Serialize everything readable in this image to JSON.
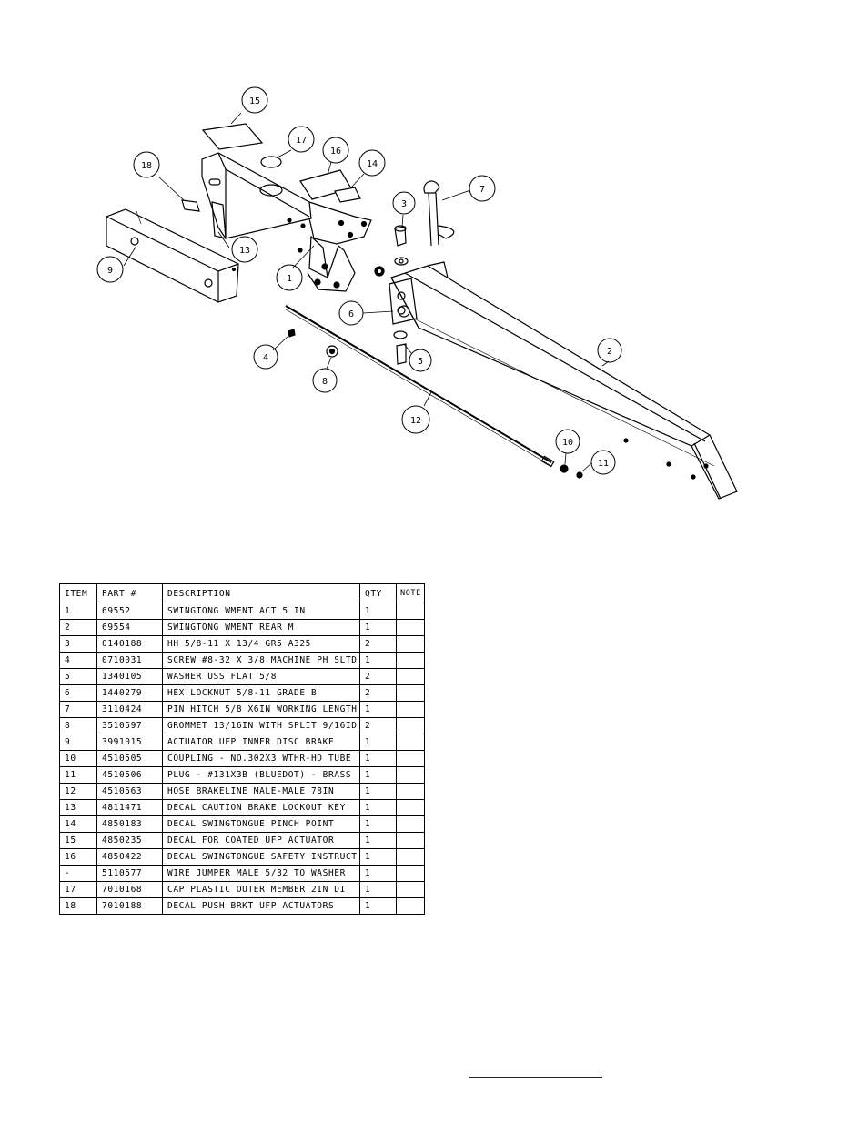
{
  "diagram": {
    "callouts": [
      "1",
      "2",
      "3",
      "4",
      "5",
      "6",
      "7",
      "8",
      "9",
      "10",
      "11",
      "12",
      "13",
      "14",
      "15",
      "16",
      "17",
      "18"
    ]
  },
  "bom": {
    "headers": {
      "item": "ITEM",
      "part": "PART #",
      "description": "DESCRIPTION",
      "qty": "QTY",
      "note": "NOTE"
    },
    "rows": [
      {
        "item": "1",
        "part": "69552",
        "description": "SWINGTONG WMENT ACT 5 IN",
        "qty": "1",
        "note": ""
      },
      {
        "item": "2",
        "part": "69554",
        "description": "SWINGTONG WMENT REAR M",
        "qty": "1",
        "note": ""
      },
      {
        "item": "3",
        "part": "0140188",
        "description": "HH 5/8-11 X 13/4  GR5 A325",
        "qty": "2",
        "note": ""
      },
      {
        "item": "4",
        "part": "0710031",
        "description": "SCREW #8-32 X 3/8 MACHINE PH SLTD",
        "qty": "1",
        "note": ""
      },
      {
        "item": "5",
        "part": "1340105",
        "description": "WASHER USS FLAT 5/8",
        "qty": "2",
        "note": ""
      },
      {
        "item": "6",
        "part": "1440279",
        "description": "HEX LOCKNUT 5/8-11 GRADE B",
        "qty": "2",
        "note": ""
      },
      {
        "item": "7",
        "part": "3110424",
        "description": "PIN HITCH 5/8 X6IN WORKING LENGTH",
        "qty": "1",
        "note": ""
      },
      {
        "item": "8",
        "part": "3510597",
        "description": "GROMMET 13/16IN  WITH SPLIT 9/16ID",
        "qty": "2",
        "note": ""
      },
      {
        "item": "9",
        "part": "3991015",
        "description": "ACTUATOR UFP INNER  DISC BRAKE",
        "qty": "1",
        "note": ""
      },
      {
        "item": "10",
        "part": "4510505",
        "description": "COUPLING - NO.302X3 WTHR-HD TUBE",
        "qty": "1",
        "note": ""
      },
      {
        "item": "11",
        "part": "4510506",
        "description": "PLUG - #131X3B (BLUEDOT) - BRASS",
        "qty": "1",
        "note": ""
      },
      {
        "item": "12",
        "part": "4510563",
        "description": "HOSE BRAKELINE MALE-MALE 78IN",
        "qty": "1",
        "note": ""
      },
      {
        "item": "13",
        "part": "4811471",
        "description": "DECAL CAUTION BRAKE LOCKOUT KEY",
        "qty": "1",
        "note": ""
      },
      {
        "item": "14",
        "part": "4850183",
        "description": "DECAL SWINGTONGUE PINCH POINT",
        "qty": "1",
        "note": ""
      },
      {
        "item": "15",
        "part": "4850235",
        "description": "DECAL FOR COATED UFP ACTUATOR",
        "qty": "1",
        "note": ""
      },
      {
        "item": "16",
        "part": "4850422",
        "description": "DECAL SWINGTONGUE SAFETY INSTRUCT",
        "qty": "1",
        "note": ""
      },
      {
        "item": "-",
        "part": "5110577",
        "description": "WIRE JUMPER MALE 5/32 TO WASHER",
        "qty": "1",
        "note": ""
      },
      {
        "item": "17",
        "part": "7010168",
        "description": "CAP  PLASTIC OUTER MEMBER 2IN DI",
        "qty": "1",
        "note": ""
      },
      {
        "item": "18",
        "part": "7010188",
        "description": "DECAL PUSH BRKT UFP ACTUATORS",
        "qty": "1",
        "note": ""
      }
    ]
  },
  "colors": {
    "ink": "#000000",
    "link": "#1a0dab"
  }
}
